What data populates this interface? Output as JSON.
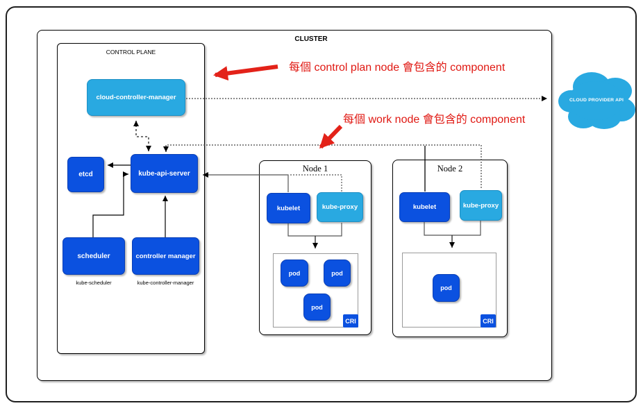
{
  "cluster": {
    "label": "CLUSTER"
  },
  "control_plane": {
    "label": "CONTROL PLANE",
    "cloud_controller_manager": "cloud-controller-manager",
    "etcd": "etcd",
    "kube_api_server": "kube-api-server",
    "scheduler": "scheduler",
    "controller_manager": "controller manager",
    "scheduler_caption": "kube-scheduler",
    "controller_manager_caption": "kube-controller-manager"
  },
  "nodes": [
    {
      "title": "Node 1",
      "kubelet": "kubelet",
      "kube_proxy": "kube-proxy",
      "pods": [
        "pod",
        "pod",
        "pod"
      ],
      "cri_label": "CRI"
    },
    {
      "title": "Node 2",
      "kubelet": "kubelet",
      "kube_proxy": "kube-proxy",
      "pods": [
        "pod"
      ],
      "cri_label": "CRI"
    }
  ],
  "cloud": {
    "label": "CLOUD PROVIDER API"
  },
  "annotations": {
    "control_plane_note": "每個 control plan node 會包含的 component",
    "work_node_note": "每個 work node 會包含的 component"
  },
  "colors": {
    "dark_blue": "#0b51e0",
    "light_blue": "#29a9e1",
    "annotation_red": "#e01812"
  }
}
